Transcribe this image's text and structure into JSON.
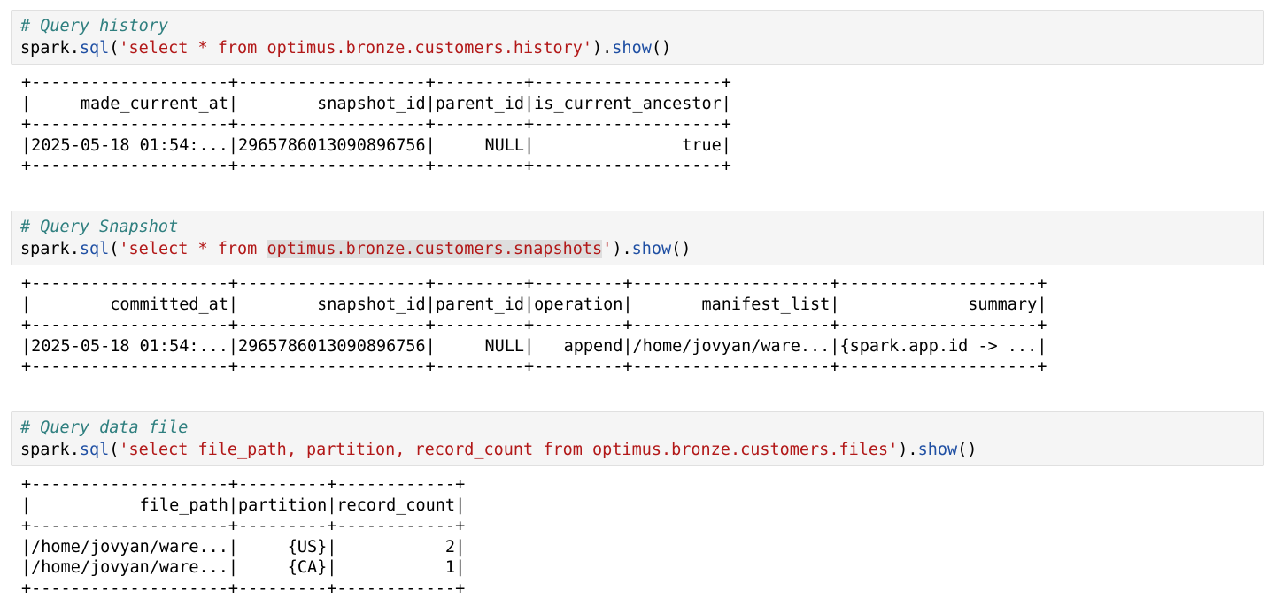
{
  "cells": [
    {
      "comment": "# Query history",
      "code_prefix": "spark.",
      "code_fn": "sql",
      "code_paren_open": "(",
      "code_str_before": "'select * from optimus.bronze.customers.history'",
      "code_str_highlight": "",
      "code_str_after": "",
      "code_suffix_open": ").",
      "code_show": "show",
      "code_suffix_close": "()",
      "output_lines": [
        "+--------------------+-------------------+---------+-------------------+",
        "|     made_current_at|        snapshot_id|parent_id|is_current_ancestor|",
        "+--------------------+-------------------+---------+-------------------+",
        "|2025-05-18 01:54:...|2965786013090896756|     NULL|               true|",
        "+--------------------+-------------------+---------+-------------------+"
      ]
    },
    {
      "comment": "# Query Snapshot",
      "code_prefix": "spark.",
      "code_fn": "sql",
      "code_paren_open": "(",
      "code_str_before": "'select * from ",
      "code_str_highlight": "optimus.bronze.customers.snapshots",
      "code_str_after": "'",
      "code_suffix_open": ").",
      "code_show": "show",
      "code_suffix_close": "()",
      "output_lines": [
        "+--------------------+-------------------+---------+---------+--------------------+--------------------+",
        "|        committed_at|        snapshot_id|parent_id|operation|       manifest_list|             summary|",
        "+--------------------+-------------------+---------+---------+--------------------+--------------------+",
        "|2025-05-18 01:54:...|2965786013090896756|     NULL|   append|/home/jovyan/ware...|{spark.app.id -> ...|",
        "+--------------------+-------------------+---------+---------+--------------------+--------------------+"
      ]
    },
    {
      "comment": "# Query data file",
      "code_prefix": "spark.",
      "code_fn": "sql",
      "code_paren_open": "(",
      "code_str_before": "'select file_path, partition, record_count from optimus.bronze.customers.files'",
      "code_str_highlight": "",
      "code_str_after": "",
      "code_suffix_open": ").",
      "code_show": "show",
      "code_suffix_close": "()",
      "output_lines": [
        "+--------------------+---------+------------+",
        "|           file_path|partition|record_count|",
        "+--------------------+---------+------------+",
        "|/home/jovyan/ware...|     {US}|           2|",
        "|/home/jovyan/ware...|     {CA}|           1|",
        "+--------------------+---------+------------+"
      ]
    }
  ],
  "colors": {
    "cell_background": "#f5f5f5",
    "comment": "#2f7f7f",
    "function": "#1f4fa3",
    "string": "#b21818",
    "highlight": "#dedede"
  }
}
